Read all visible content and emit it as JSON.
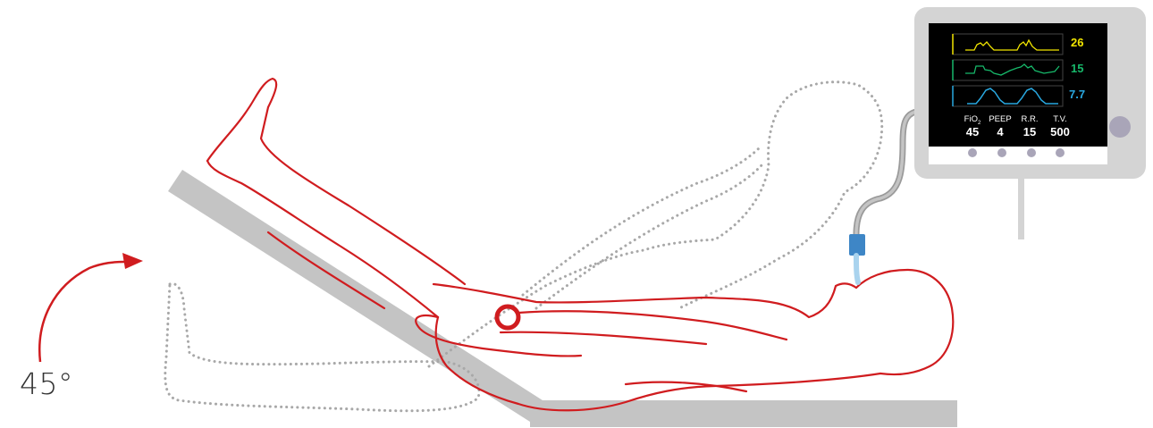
{
  "angle": {
    "label": "45°"
  },
  "monitor": {
    "readouts": [
      {
        "value": "26",
        "color": "#f2e600"
      },
      {
        "value": "15",
        "color": "#17b86a"
      },
      {
        "value": "7.7",
        "color": "#29a8e0"
      }
    ],
    "params": [
      {
        "label": "FiO",
        "sub": "2",
        "value": "45"
      },
      {
        "label": "PEEP",
        "sub": "",
        "value": "4"
      },
      {
        "label": "R.R.",
        "sub": "",
        "value": "15"
      },
      {
        "label": "T.V.",
        "sub": "",
        "value": "500"
      }
    ]
  },
  "colors": {
    "outline_red": "#d01c1f",
    "bed_gray": "#c4c4c4",
    "dotted_gray": "#a8a8a8",
    "monitor_frame": "#d4d4d4",
    "monitor_screen": "#000000",
    "connector_blue": "#3e86c6"
  }
}
